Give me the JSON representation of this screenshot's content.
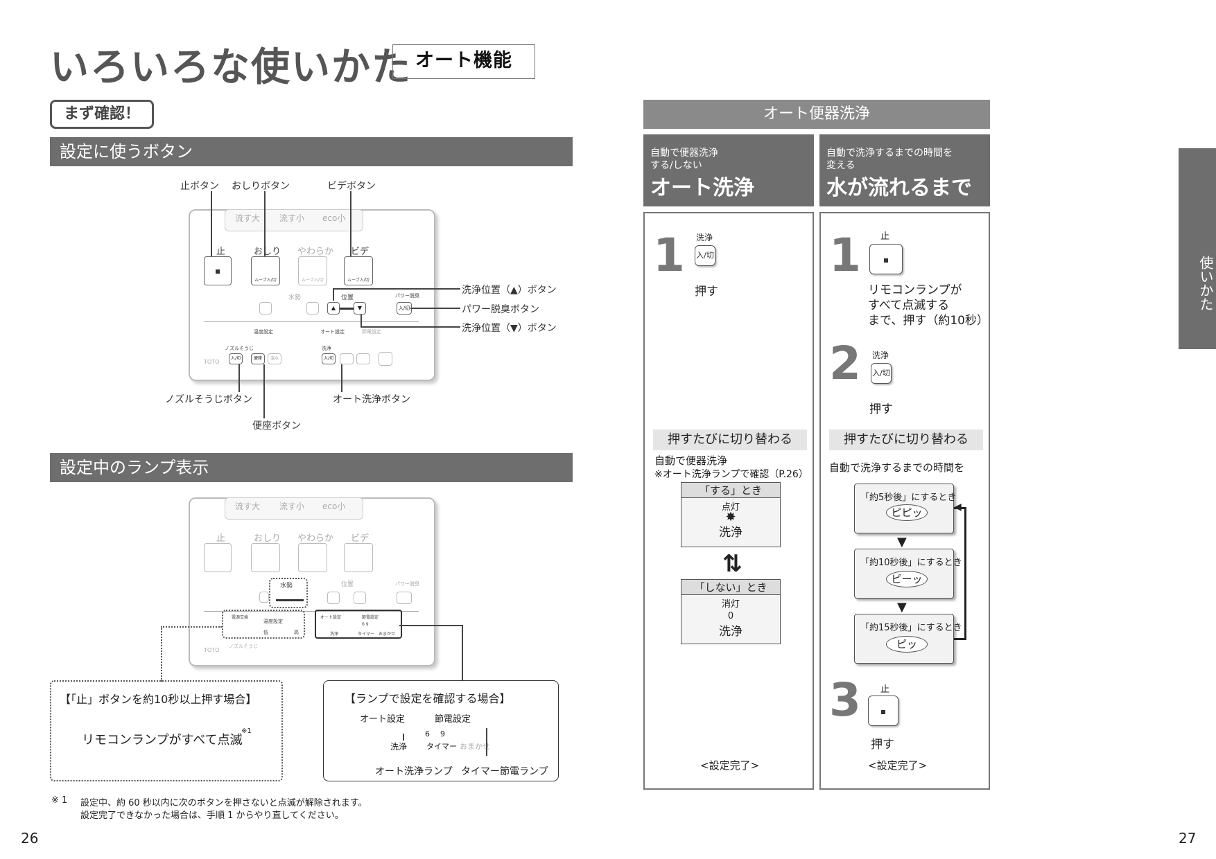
{
  "page": {
    "title": "いろいろな使いかた",
    "subtitle": "オート機能",
    "confirm_tag": "まず確認！",
    "page_left": "26",
    "page_right": "27",
    "side_tab": "使いかた"
  },
  "buttons_section": {
    "header": "設定に使うボタン",
    "labels": {
      "stop": "止ボタン",
      "oshiri": "おしりボタン",
      "bidet": "ビデボタン",
      "wash_up": "洗浄位置（▲）ボタン",
      "deodor": "パワー脱臭ボタン",
      "wash_down": "洗浄位置（▼）ボタン",
      "nozzle": "ノズルそうじボタン",
      "auto_wash": "オート洗浄ボタン",
      "seat": "便座ボタン"
    }
  },
  "remote": {
    "top_labels": [
      "流す大",
      "流す小",
      "eco小"
    ],
    "buttons": [
      "止",
      "おしり",
      "やわらか",
      "ビデ"
    ],
    "water": "水勢",
    "position": "位置",
    "power_deodor": "パワー脱臭",
    "onoff": "入/切",
    "move": "ムーブ入/切",
    "temp": "温度設定",
    "auto_setting": "オート設定",
    "power_save": "節電設定",
    "nozzle_clean": "ノズルそうじ",
    "seat": "便座",
    "warm": "温水",
    "low": "低",
    "high": "高",
    "wash": "洗浄",
    "timer": "タイマー",
    "omakase": "おまかせ",
    "timer_nums": "6 9",
    "brand": "TOTO",
    "light": "電源交換"
  },
  "lamp_section": {
    "header": "設定中のランプ表示",
    "box1_title": "【「止」ボタンを約10秒以上押す場合】",
    "box1_text": "リモコンランプがすべて点滅",
    "box1_note": "※1",
    "box2_title": "【ランプで設定を確認する場合】",
    "auto_setting": "オート設定",
    "power_save": "節電設定",
    "wash": "洗浄",
    "timer_label": "タイマー",
    "omakase": "おまかせ",
    "n6": "6",
    "n9": "9",
    "auto_lamp": "オート洗浄ランプ",
    "timer_lamp": "タイマー節電ランプ"
  },
  "footnote": {
    "mark": "※ 1",
    "line1": "設定中、約 60 秒以内に次のボタンを押さないと点滅が解除されます。",
    "line2": "設定完了できなかった場合は、手順 1 からやり直してください。"
  },
  "auto_flush": {
    "header": "オート便器洗浄",
    "col1": {
      "desc1": "自動で便器洗浄",
      "desc2": "する/しない",
      "title": "オート洗浄",
      "step1_num": "1",
      "step1_key_label": "洗浄",
      "step1_key": "入/切",
      "step1_text": "押す",
      "toggle": "押すたびに切り替わる",
      "note1": "自動で便器洗浄",
      "note2": "※オート洗浄ランプで確認（P.26）",
      "on_title": "「する」とき",
      "on_state": "点灯",
      "on_label": "洗浄",
      "off_title": "「しない」とき",
      "off_state": "消灯",
      "off_lamp": "0",
      "off_label": "洗浄",
      "done": "<設定完了>"
    },
    "col2": {
      "desc1": "自動で洗浄するまでの時間を",
      "desc2": "変える",
      "title": "水が流れるまで",
      "step1_num": "1",
      "step1_key_label": "止",
      "step1_text1": "リモコンランプが",
      "step1_text2": "すべて点滅する",
      "step1_text3": "まで、押す（約10秒）",
      "step2_num": "2",
      "step2_key_label": "洗浄",
      "step2_key": "入/切",
      "step2_text": "押す",
      "toggle": "押すたびに切り替わる",
      "note": "自動で洗浄するまでの時間を",
      "opt1": "「約5秒後」にするとき",
      "beep1": "ピピッ",
      "opt2": "「約10秒後」にするとき",
      "beep2": "ピーッ",
      "opt3": "「約15秒後」にするとき",
      "beep3": "ピッ",
      "step3_num": "3",
      "step3_key_label": "止",
      "step3_text": "押す",
      "done": "<設定完了>"
    }
  }
}
